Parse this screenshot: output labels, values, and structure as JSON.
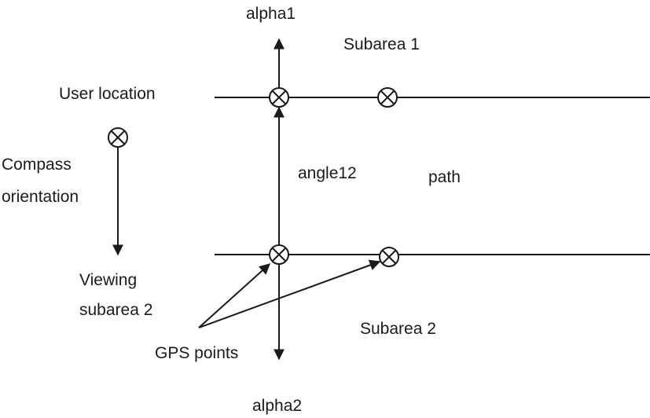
{
  "labels": {
    "alpha1": "alpha1",
    "alpha2": "alpha2",
    "subarea1": "Subarea 1",
    "subarea2": "Subarea 2",
    "user_location": "User location",
    "compass": "Compass",
    "orientation": "orientation",
    "angle12": "angle12",
    "path": "path",
    "viewing": "Viewing",
    "viewing_subarea2": "subarea 2",
    "gps_points": "GPS points"
  },
  "colors": {
    "stroke": "#1a1a1a",
    "background": "#ffffff"
  },
  "symbols": {
    "gps_marker": "circle-cross-icon",
    "arrowhead": "arrow-icon"
  }
}
